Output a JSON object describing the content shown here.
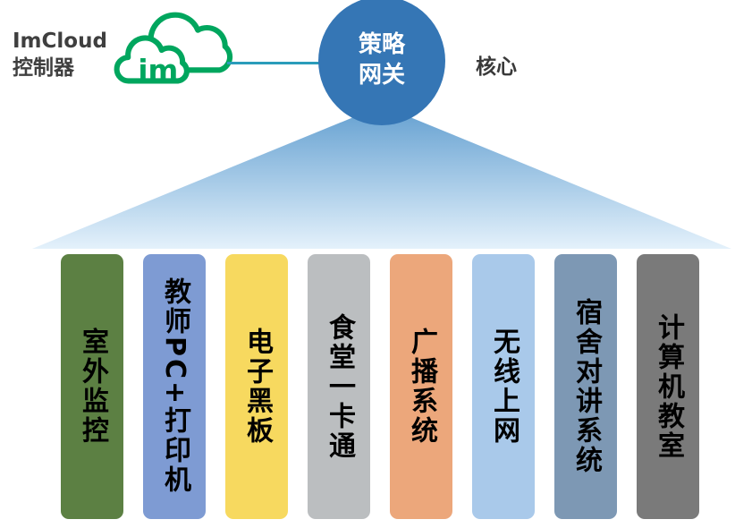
{
  "header": {
    "controller": "ImCloud\n控制器",
    "cloud_logo": "im",
    "gateway": "策略\n网关",
    "core": "核心"
  },
  "icons": {
    "cloud": "imcloud-cloud-icon"
  },
  "columns": [
    {
      "label": "室外监控",
      "color": "#5c8043"
    },
    {
      "label": "教师PC+打印机",
      "color": "#7e9bd3"
    },
    {
      "label": "电子黑板",
      "color": "#f7d95f"
    },
    {
      "label": "食堂一卡通",
      "color": "#bbbec0"
    },
    {
      "label": "广播系统",
      "color": "#eca77b"
    },
    {
      "label": "无线上网",
      "color": "#a9c9ea"
    },
    {
      "label": "宿舍对讲系统",
      "color": "#7d98b4"
    },
    {
      "label": "计算机教室",
      "color": "#7a7a7a"
    }
  ],
  "colors": {
    "cloud_green": "#00a65e",
    "gateway_blue": "#3576b5",
    "connector_teal": "#2a9cba",
    "funnel_top": "#639fd0",
    "funnel_mid": "#a9cce8",
    "funnel_bottom": "#e4f1fb",
    "text_dark": "#3f3f3f"
  }
}
